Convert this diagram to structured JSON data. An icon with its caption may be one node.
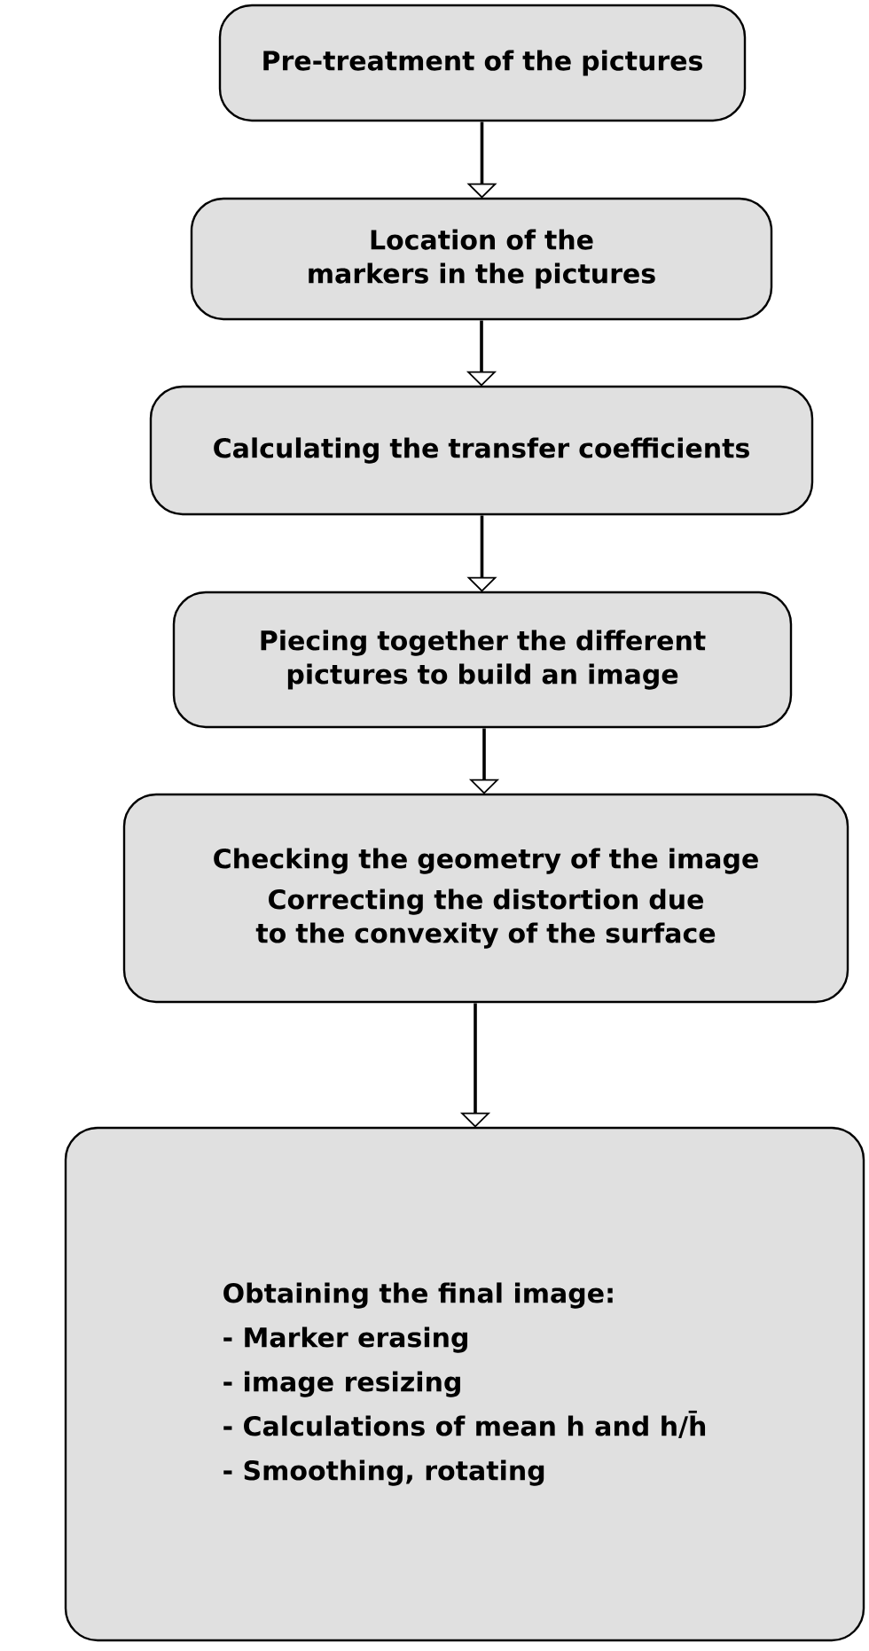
{
  "diagram": {
    "nodes": [
      {
        "text": [
          "Pre-treatment of the pictures"
        ]
      },
      {
        "text": [
          "Location of the markers in the pictures"
        ]
      },
      {
        "text": [
          "Calculating the transfer coefficients"
        ]
      },
      {
        "text": [
          "Piecing together the different pictures to build an image"
        ]
      },
      {
        "text": [
          "Checking the geometry of the image",
          "Correcting the distortion due to the convexity of the surface"
        ]
      },
      {
        "text": [
          "Obtaining the final image:",
          "- Marker erasing",
          "- image resizing",
          "- Calculations of mean h and h/h̄",
          "- Smoothing, rotating"
        ]
      }
    ],
    "edges": [
      {
        "from": 0,
        "to": 1,
        "arrow": "to"
      },
      {
        "from": 1,
        "to": 2,
        "arrow": "to"
      },
      {
        "from": 2,
        "to": 3,
        "arrow": "to"
      },
      {
        "from": 3,
        "to": 4,
        "arrow": "to"
      },
      {
        "from": 4,
        "to": 5,
        "arrow": "to"
      }
    ]
  }
}
